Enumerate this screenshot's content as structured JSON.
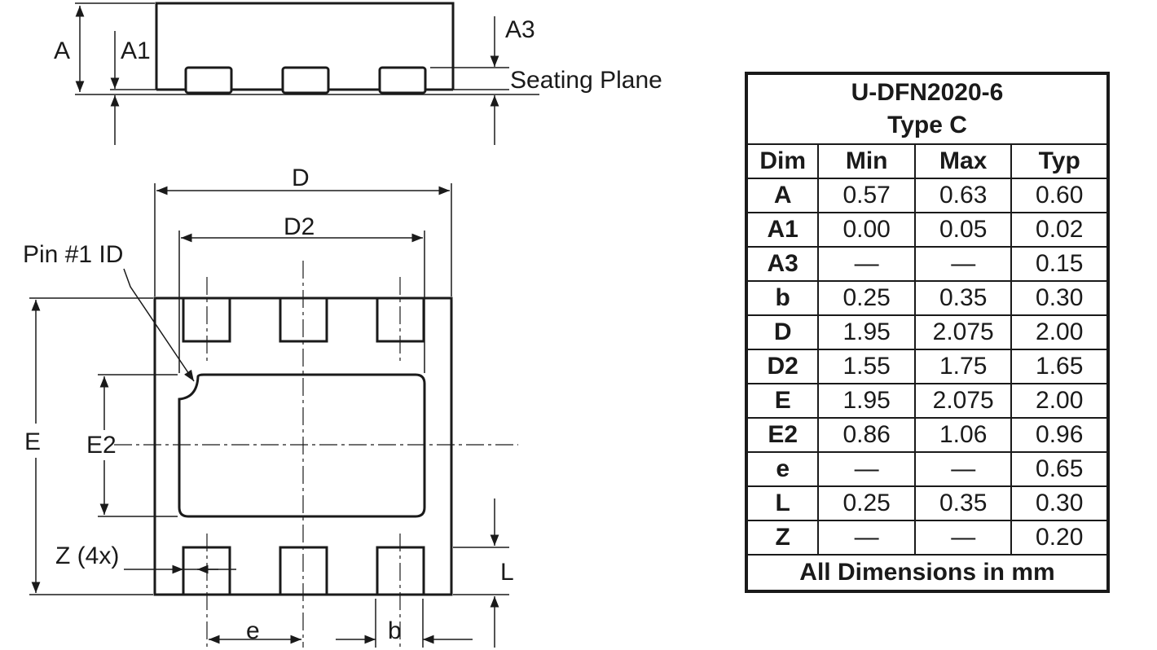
{
  "drawing": {
    "side_view": {
      "label_A": "A",
      "label_A1": "A1",
      "label_A3": "A3",
      "seating_plane": "Seating Plane"
    },
    "top_view": {
      "label_D": "D",
      "label_D2": "D2",
      "pin1": "Pin #1 ID",
      "label_E": "E",
      "label_E2": "E2",
      "label_Z": "Z (4x)",
      "label_L": "L",
      "label_e": "e",
      "label_b": "b"
    }
  },
  "table": {
    "title_line1": "U-DFN2020-6",
    "title_line2": "Type C",
    "headers": [
      "Dim",
      "Min",
      "Max",
      "Typ"
    ],
    "rows": [
      [
        "A",
        "0.57",
        "0.63",
        "0.60"
      ],
      [
        "A1",
        "0.00",
        "0.05",
        "0.02"
      ],
      [
        "A3",
        "—",
        "—",
        "0.15"
      ],
      [
        "b",
        "0.25",
        "0.35",
        "0.30"
      ],
      [
        "D",
        "1.95",
        "2.075",
        "2.00"
      ],
      [
        "D2",
        "1.55",
        "1.75",
        "1.65"
      ],
      [
        "E",
        "1.95",
        "2.075",
        "2.00"
      ],
      [
        "E2",
        "0.86",
        "1.06",
        "0.96"
      ],
      [
        "e",
        "—",
        "—",
        "0.65"
      ],
      [
        "L",
        "0.25",
        "0.35",
        "0.30"
      ],
      [
        "Z",
        "—",
        "—",
        "0.20"
      ]
    ],
    "footer": "All Dimensions in mm"
  }
}
